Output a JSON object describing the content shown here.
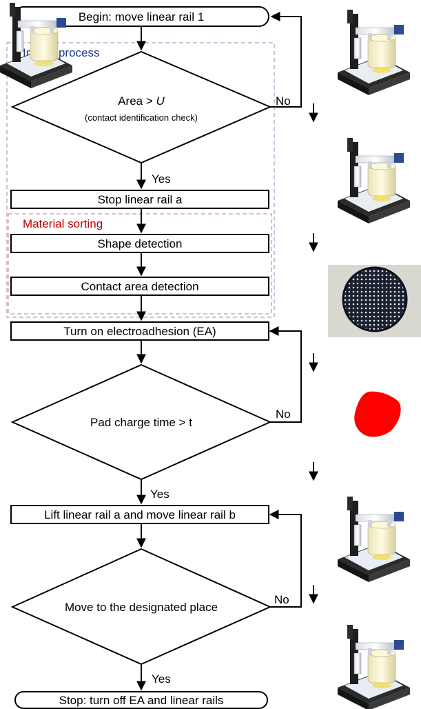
{
  "flow": {
    "begin": "Begin: move linear rail 1",
    "image_process_title": "Image process",
    "decision1_main": "Area > ",
    "decision1_var": "U",
    "decision1_sub": "(contact identification check)",
    "no1": "No",
    "yes1": "Yes",
    "stop_rail_a": "Stop linear rail a",
    "material_sorting_title": "Material sorting",
    "shape_detection": "Shape detection",
    "contact_area_detection": "Contact area detection",
    "turn_on_ea": "Turn on electroadhesion (EA)",
    "decision2": "Pad charge time > t",
    "no2": "No",
    "yes2": "Yes",
    "lift_move": "Lift linear rail a and move linear rail b",
    "decision3": "Move to the designated place",
    "no3": "No",
    "yes3": "Yes",
    "stop_end": "Stop: turn off EA and linear rails"
  },
  "colors": {
    "image_process_border": "#7f8fbf",
    "image_process_title": "#1f3a8a",
    "material_sorting_border": "#e07070",
    "material_sorting_title": "#c00000",
    "red_shape": "#ff0000"
  },
  "illustrations": [
    "robot-gripper-image",
    "robot-gripper-image",
    "sphere-grid-image",
    "red-shape-image",
    "robot-gripper-image",
    "robot-gripper-image"
  ]
}
